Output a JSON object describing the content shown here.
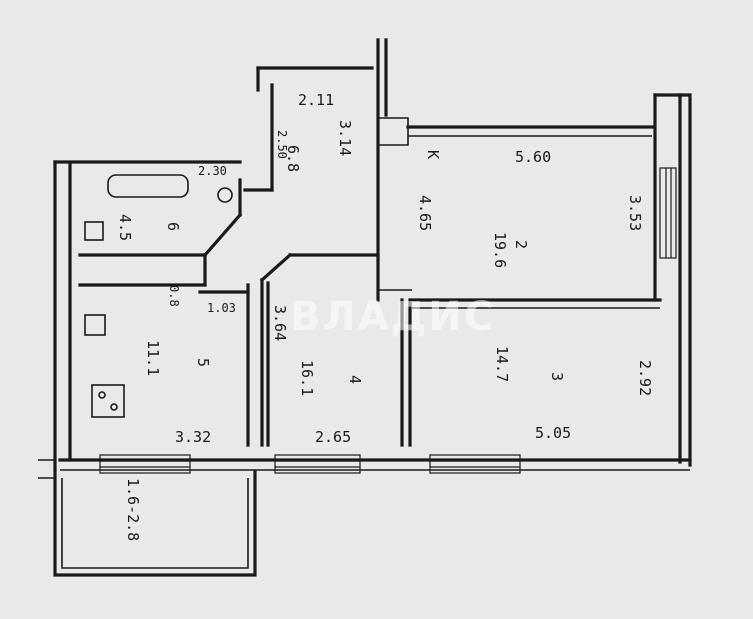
{
  "watermark": "ВЛАДИС",
  "rooms": {
    "living_large": {
      "number": "2",
      "area": "19.6"
    },
    "bedroom": {
      "number": "3",
      "area": "14.7"
    },
    "room_small": {
      "number": "4",
      "area": "16.1"
    },
    "kitchen": {
      "number": "5",
      "area": "11.1"
    },
    "bathroom": {
      "number": "6",
      "area": "4.5"
    },
    "hall": {
      "number": "",
      "area": "6.8"
    }
  },
  "dimensions": {
    "top_wall": "5.60",
    "hall_top": "2.11",
    "hall_side": "2.50",
    "corridor": "3.14",
    "right_top": "3.53",
    "right_bottom": "2.92",
    "middle_vertical": "4.65",
    "bottom_right": "5.05",
    "bottom_middle": "2.65",
    "kitchen_bottom": "3.32",
    "bath_top": "2.30",
    "toilet_width": "0.8",
    "room4_side": "3.64",
    "balcony": "1.6-2.8",
    "closet": "1.03"
  },
  "labels": {
    "hall_letter": "К"
  }
}
